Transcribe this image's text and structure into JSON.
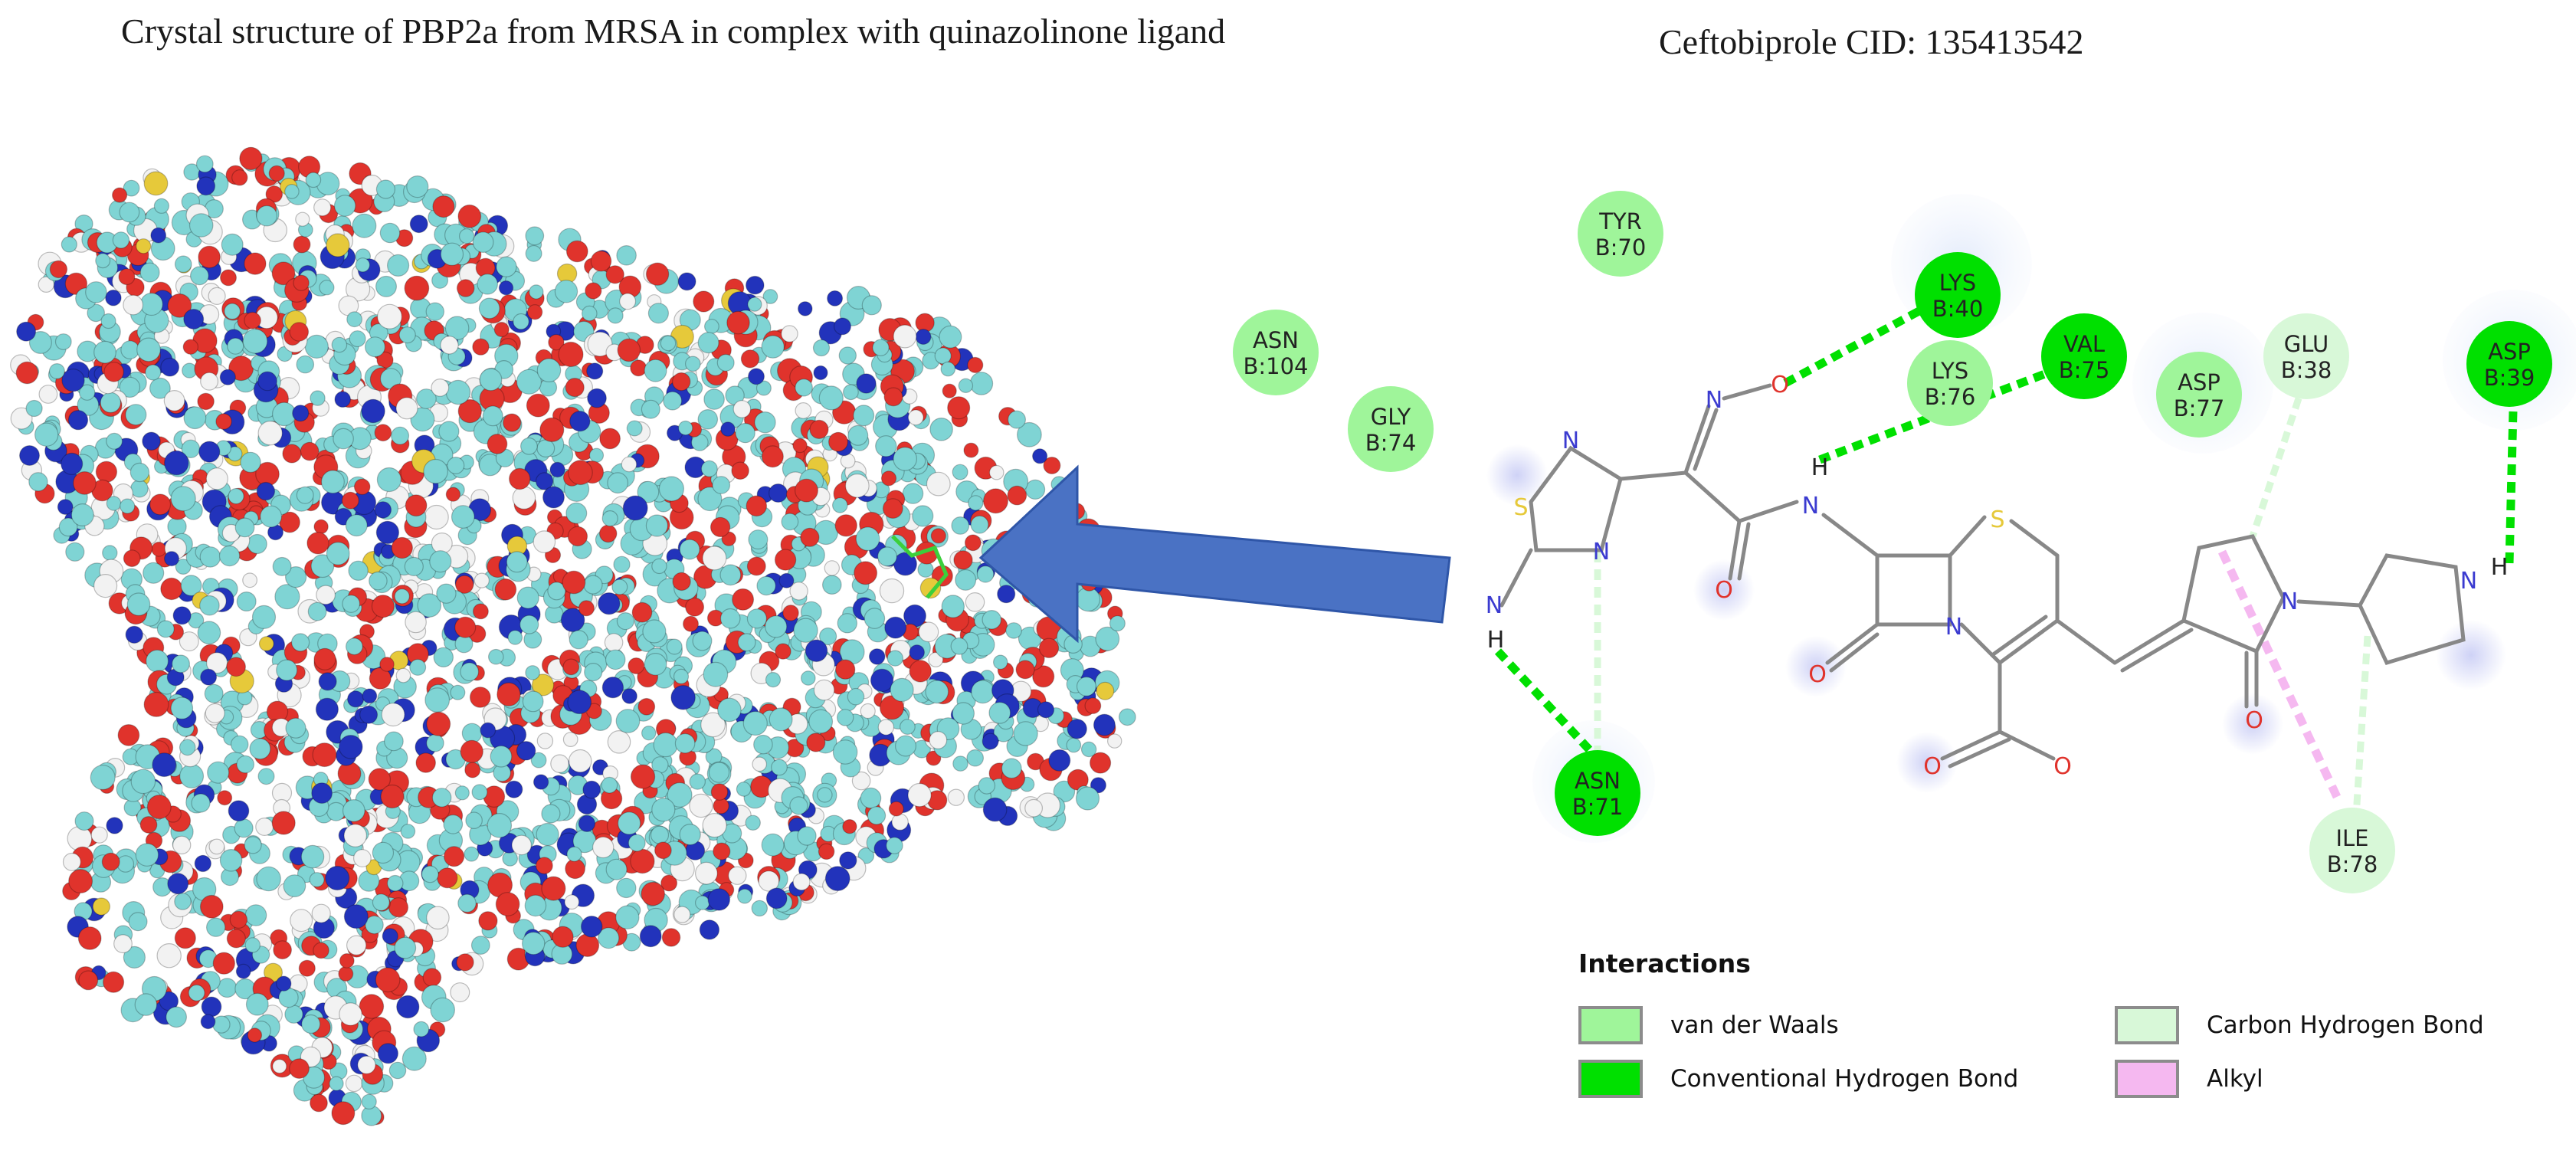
{
  "left_title": "Crystal structure of PBP2a from MRSA in complex with quinazolinone ligand",
  "right_title": "Ceftobiprole CID: 135413542",
  "colors": {
    "vdw": "#9ff59a",
    "conv_hbond": "#00e000",
    "carbon_hbond": "#d8f8d8",
    "alkyl": "#f5b8f0",
    "arrow": "#4a72c4",
    "carbon_atom": "#7fd4d4",
    "oxygen_atom": "#e0332c",
    "nitrogen_atom": "#2233bb",
    "hydrogen_atom": "#f2f2f2",
    "sulfur_atom": "#e6c93a"
  },
  "residues": [
    {
      "name": "TYR",
      "id": "B:70",
      "type": "vdw"
    },
    {
      "name": "ASN",
      "id": "B:104",
      "type": "vdw"
    },
    {
      "name": "GLY",
      "id": "B:74",
      "type": "vdw"
    },
    {
      "name": "LYS",
      "id": "B:40",
      "type": "conv_hbond"
    },
    {
      "name": "LYS",
      "id": "B:76",
      "type": "vdw"
    },
    {
      "name": "VAL",
      "id": "B:75",
      "type": "conv_hbond"
    },
    {
      "name": "ASP",
      "id": "B:77",
      "type": "vdw"
    },
    {
      "name": "GLU",
      "id": "B:38",
      "type": "carbon_hbond"
    },
    {
      "name": "ASP",
      "id": "B:39",
      "type": "conv_hbond"
    },
    {
      "name": "ASN",
      "id": "B:71",
      "type": "conv_hbond"
    },
    {
      "name": "ILE",
      "id": "B:78",
      "type": "carbon_hbond"
    }
  ],
  "atoms": {
    "N": "N",
    "O": "O",
    "S": "S",
    "H": "H"
  },
  "legend": {
    "title": "Interactions",
    "items": [
      {
        "label": "van der Waals",
        "type": "vdw"
      },
      {
        "label": "Carbon Hydrogen Bond",
        "type": "carbon_hbond"
      },
      {
        "label": "Conventional Hydrogen Bond",
        "type": "conv_hbond"
      },
      {
        "label": "Alkyl",
        "type": "alkyl"
      }
    ]
  }
}
